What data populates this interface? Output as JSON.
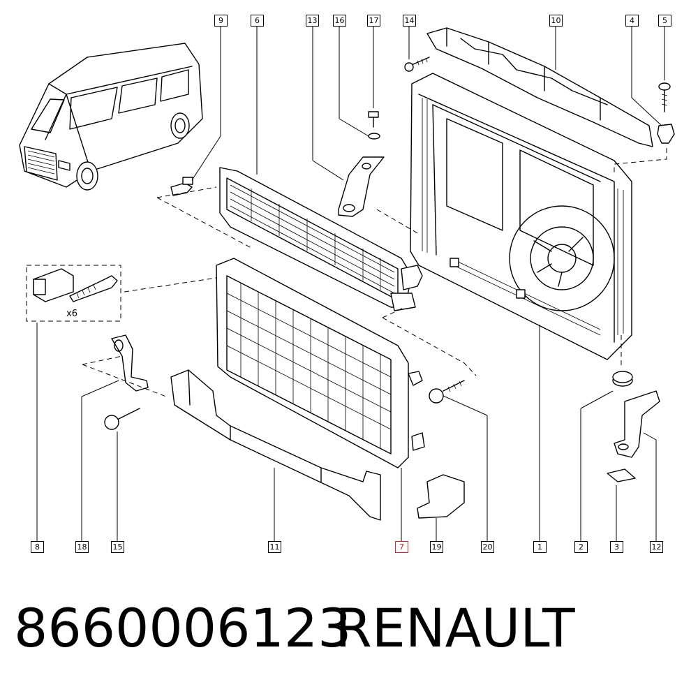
{
  "callouts": {
    "c1": "1",
    "c2": "2",
    "c3": "3",
    "c4": "4",
    "c5": "5",
    "c6": "6",
    "c7": "7",
    "c8": "8",
    "c9": "9",
    "c10": "10",
    "c11": "11",
    "c12": "12",
    "c13": "13",
    "c14": "14",
    "c15": "15",
    "c16": "16",
    "c17": "17",
    "c18": "18",
    "c19": "19",
    "c20": "20"
  },
  "highlighted_callout": "7",
  "quantity_label": "x6",
  "footer": {
    "part_number": "8660006123",
    "brand": "RENAULT"
  },
  "colors": {
    "highlight": "#e02020",
    "line": "#000000",
    "background": "#ffffff"
  }
}
